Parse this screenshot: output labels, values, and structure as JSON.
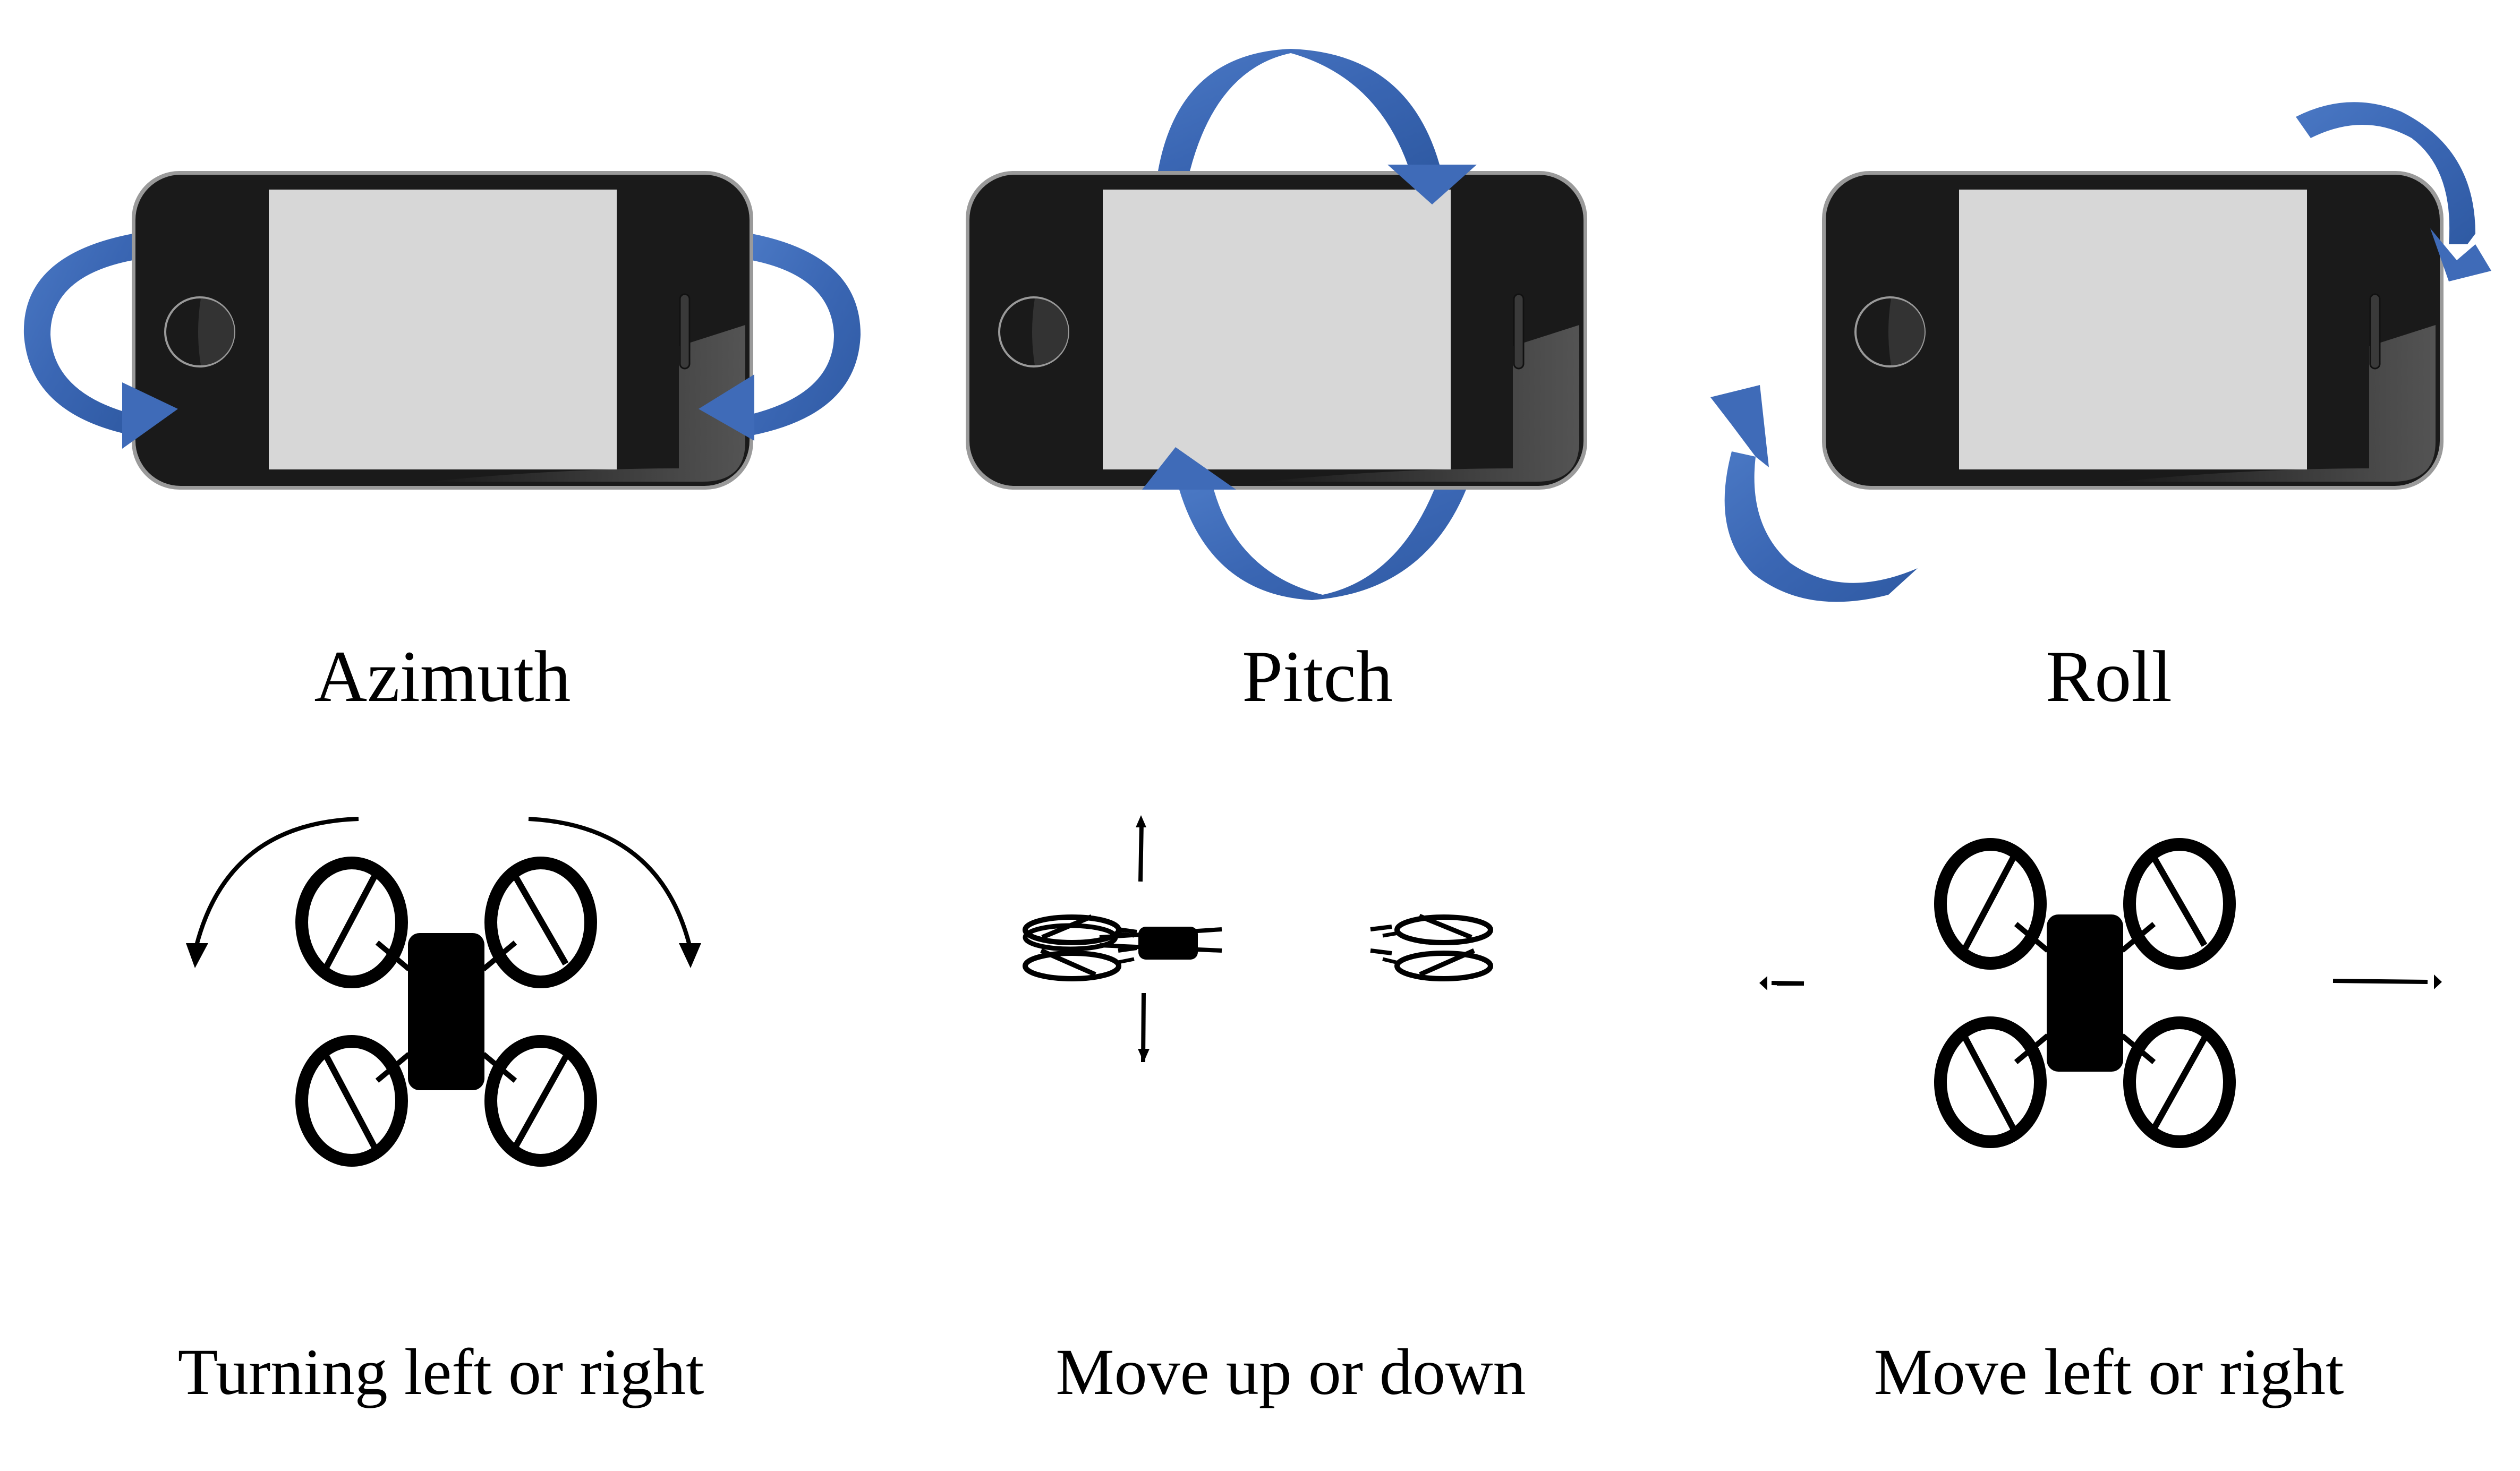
{
  "figure": {
    "phone_panels": [
      {
        "id": "azimuth",
        "label": "Azimuth",
        "rotation": "yaw"
      },
      {
        "id": "pitch",
        "label": "Pitch",
        "rotation": "pitch"
      },
      {
        "id": "roll",
        "label": "Roll",
        "rotation": "roll"
      }
    ],
    "drone_panels": [
      {
        "id": "turn",
        "label": "Turning left or right",
        "view": "top"
      },
      {
        "id": "updown",
        "label": "Move up or down",
        "view": "side"
      },
      {
        "id": "leftright",
        "label": "Move left or right",
        "view": "top"
      }
    ]
  },
  "colors": {
    "arrow_blue": "#3f6bb8",
    "arrow_blue_dark": "#2d5495",
    "phone_body": "#1a1a1a",
    "phone_rim": "#9a9a9a",
    "phone_screen": "#d7d7d7",
    "drone": "#000000"
  },
  "icons": {
    "phone": "smartphone-icon",
    "drone": "quadcopter-icon",
    "rotation_arrow": "curved-arrow-icon",
    "motion_arrow": "straight-arrow-icon"
  }
}
